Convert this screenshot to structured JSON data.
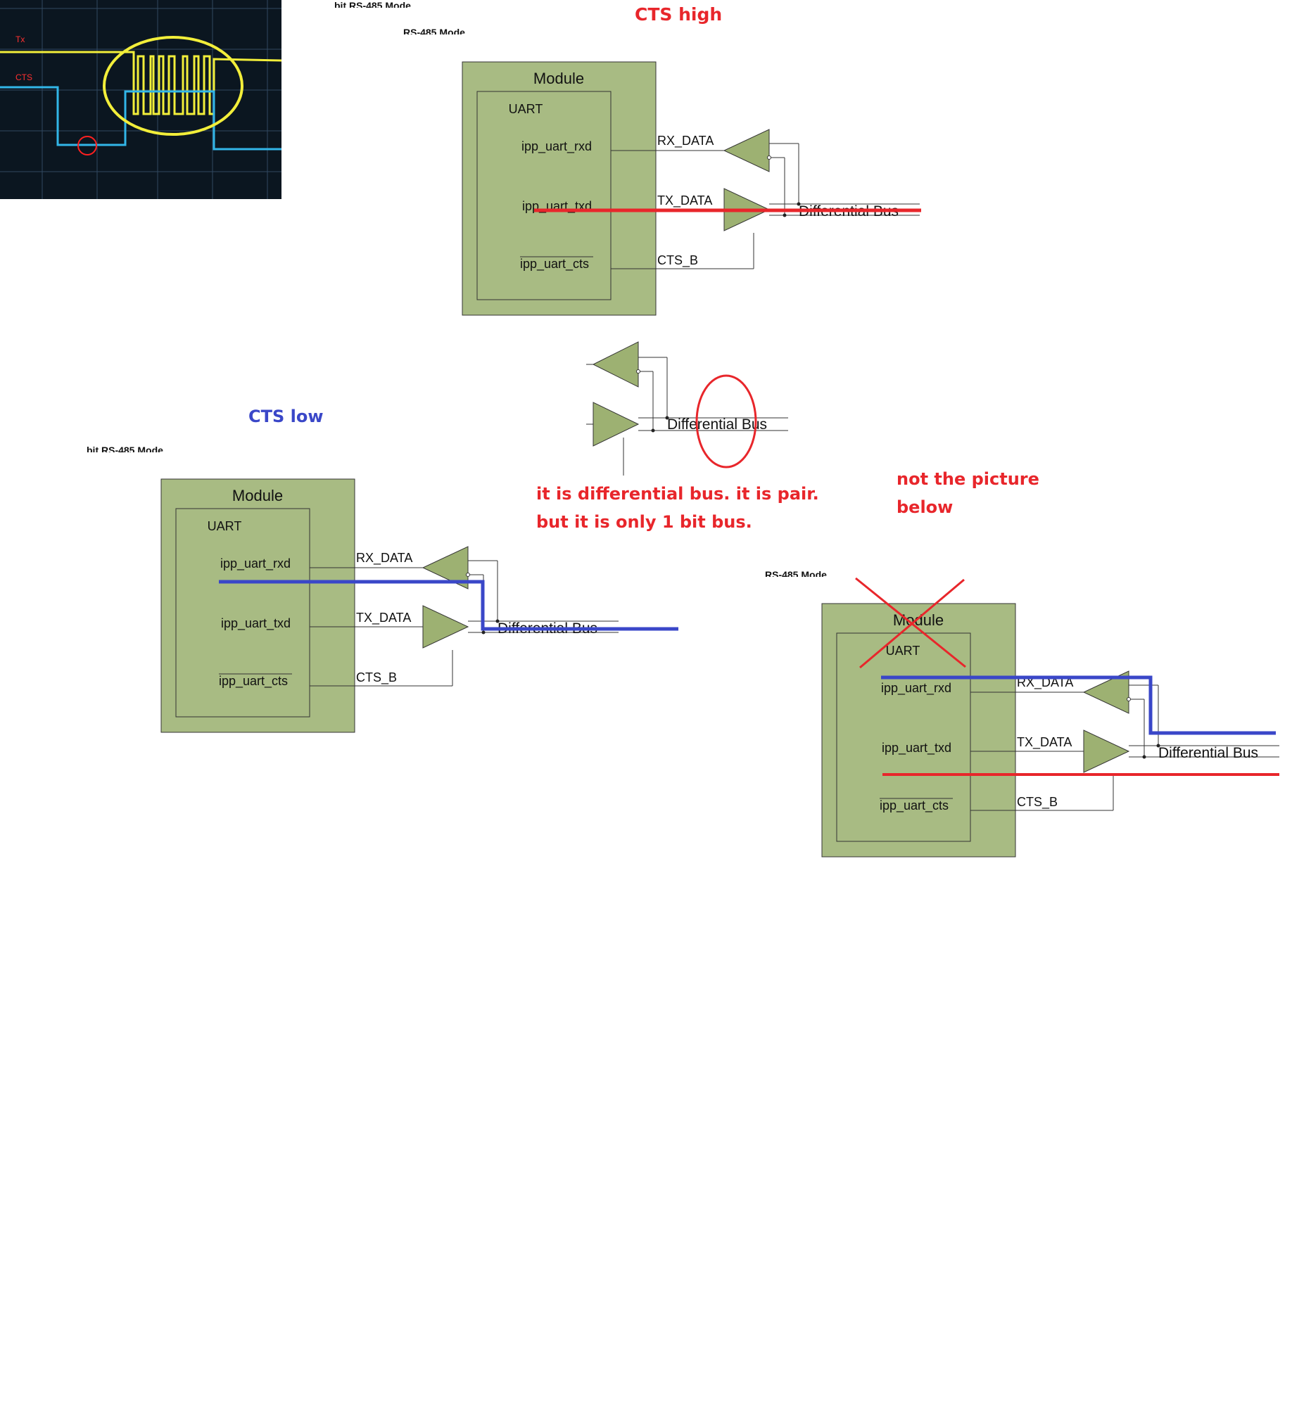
{
  "scope": {
    "tx_label": "Tx",
    "cts_label": "CTS",
    "colors": {
      "background": "#0b1620",
      "grid": "#3a5570",
      "tx_trace": "#f2ee3a",
      "cts_trace": "#32b6e8",
      "mark": "#ff2020"
    }
  },
  "captions": {
    "top_left": "bit RS-485 Mode",
    "top_mid": "RS-485 Mode",
    "lower_left": "bit RS-485 Mode",
    "lower_right": "RS-485 Mode"
  },
  "annotations": {
    "cts_high": "CTS high",
    "cts_low": "CTS low",
    "diff_line1": "it is differential bus. it is pair.",
    "diff_line2": "but it is only 1 bit bus.",
    "not_line1": "not the picture",
    "not_line2": "below"
  },
  "diagram": {
    "module": "Module",
    "uart": "UART",
    "rxd": "ipp_uart_rxd",
    "txd": "ipp_uart_txd",
    "cts": "ipp_uart_cts",
    "rx_data": "RX_DATA",
    "tx_data": "TX_DATA",
    "cts_b": "CTS_B",
    "bus": "Differential Bus"
  },
  "colors": {
    "module_fill": "#a8bb83",
    "buffer_fill": "#9db172",
    "red_mark": "#e8262b",
    "blue_mark": "#3a47c8"
  }
}
